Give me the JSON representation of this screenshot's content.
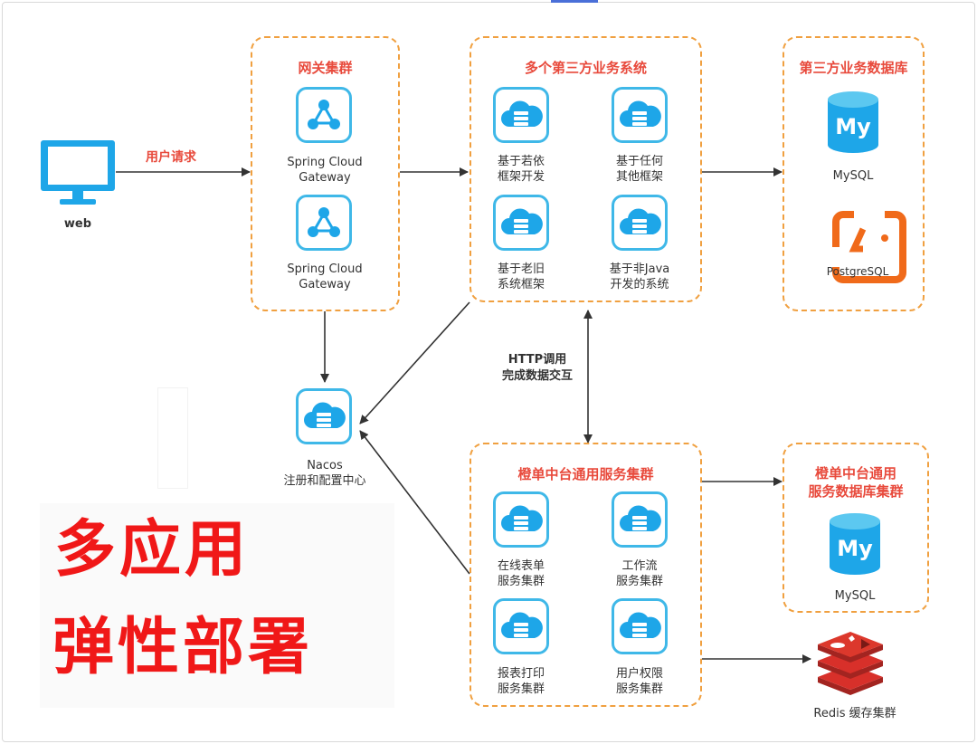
{
  "client": {
    "label": "web",
    "edge_label": "用户请求"
  },
  "gateway": {
    "title": "网关集群",
    "items": [
      {
        "line1": "Spring Cloud",
        "line2": "Gateway"
      },
      {
        "line1": "Spring Cloud",
        "line2": "Gateway"
      }
    ]
  },
  "biz": {
    "title": "多个第三方业务系统",
    "items": [
      {
        "line1": "基于若依",
        "line2": "框架开发"
      },
      {
        "line1": "基于任何",
        "line2": "其他框架"
      },
      {
        "line1": "基于老旧",
        "line2": "系统框架"
      },
      {
        "line1": "基于非Java",
        "line2": "开发的系统"
      }
    ]
  },
  "bizdb": {
    "title": "第三方业务数据库",
    "mysql": "MySQL",
    "postgres": "PostgreSQL"
  },
  "http": {
    "line1": "HTTP调用",
    "line2": "完成数据交互"
  },
  "nacos": {
    "line1": "Nacos",
    "line2": "注册和配置中心"
  },
  "platform": {
    "title": "橙单中台通用服务集群",
    "items": [
      {
        "line1": "在线表单",
        "line2": "服务集群"
      },
      {
        "line1": "工作流",
        "line2": "服务集群"
      },
      {
        "line1": "报表打印",
        "line2": "服务集群"
      },
      {
        "line1": "用户权限",
        "line2": "服务集群"
      }
    ]
  },
  "platformdb": {
    "title1": "橙单中台通用",
    "title2": "服务数据库集群",
    "mysql": "MySQL"
  },
  "redis": {
    "label": "Redis 缓存集群"
  },
  "overlay": {
    "line1": "多应用",
    "line2": "弹性部署"
  },
  "colors": {
    "accent": "#e84a3c",
    "panel_border": "#f0a040",
    "icon": "#3fb8e8",
    "overlay_text": "#f01818",
    "redis": "#d8302a",
    "postgres": "#f06a1a"
  }
}
